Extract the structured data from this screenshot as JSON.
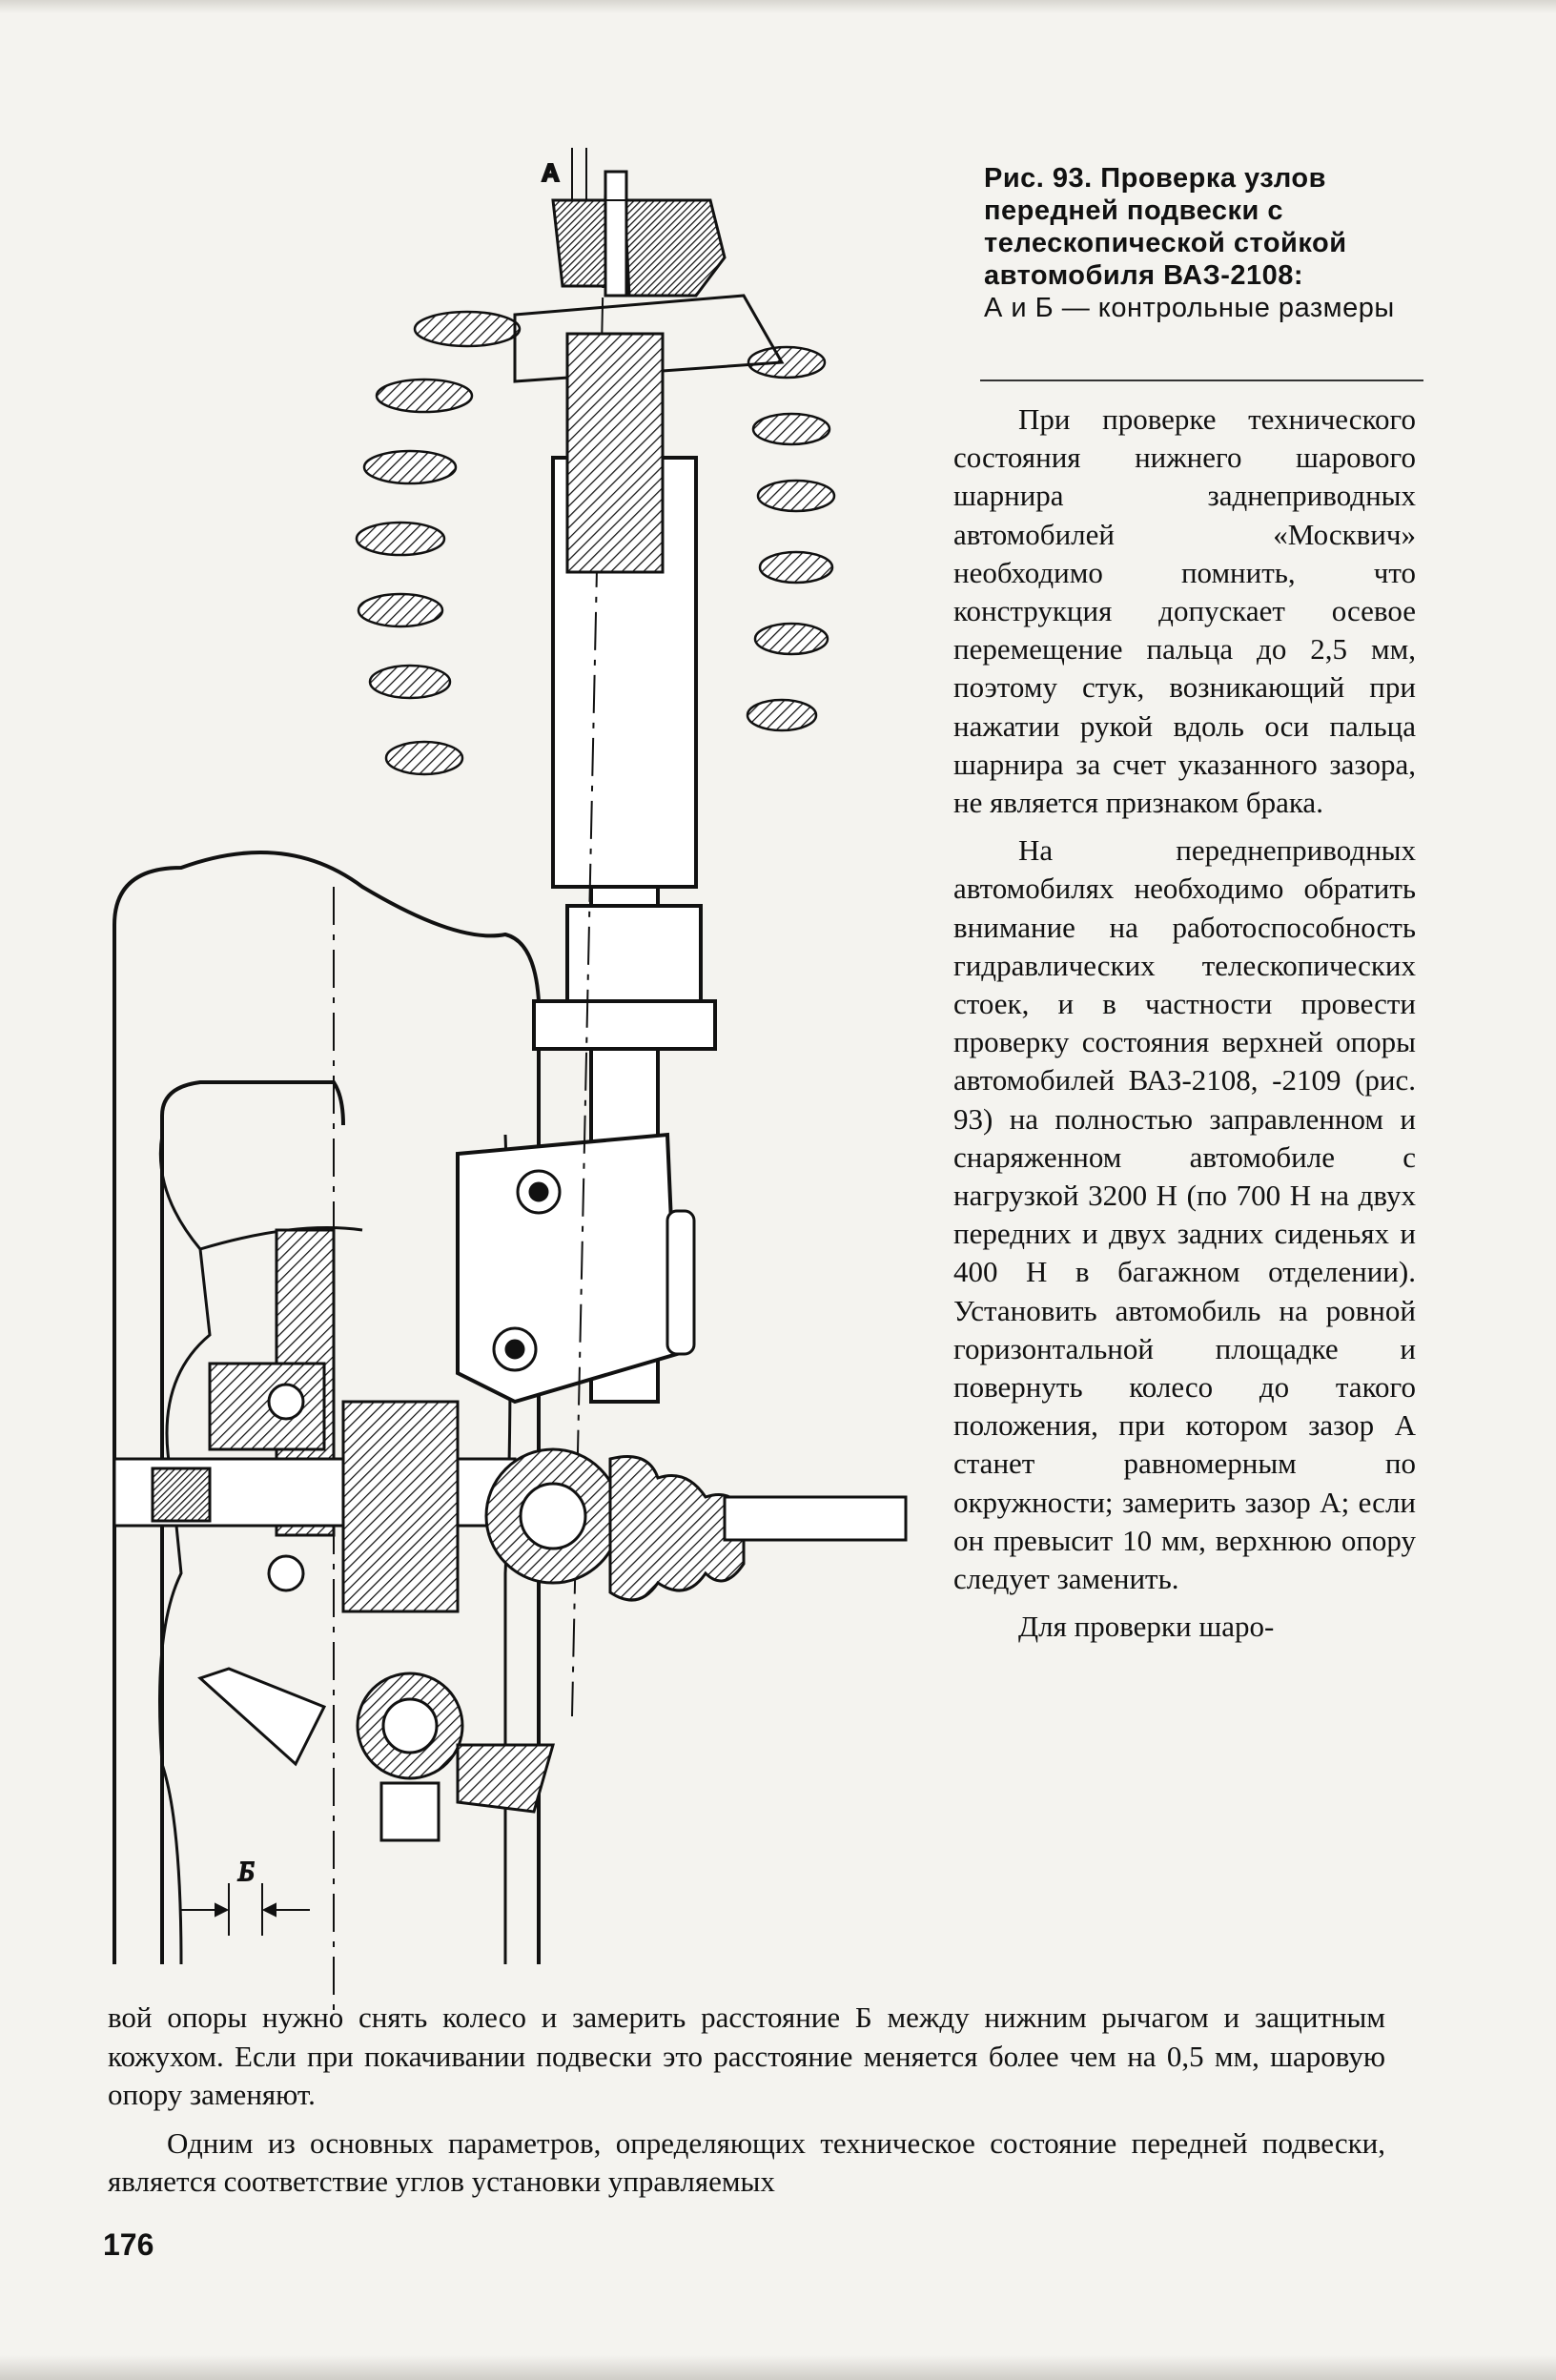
{
  "caption": {
    "title": "Рис. 93. Проверка узлов передней подвески с телескопической стойкой автомобиля ВАЗ-2108:",
    "note": "А и Б — контрольные размеры"
  },
  "figure": {
    "label_a": "А",
    "label_b": "Б"
  },
  "column_paragraphs": [
    "При проверке технического состояния нижнего шарового шарнира заднеприводных автомобилей «Москвич» необходимо помнить, что конструкция допускает осевое перемещение пальца до 2,5 мм, поэтому стук, возникающий при нажатии рукой вдоль оси пальца шарнира за счет указанного зазора, не является признаком брака.",
    "На переднеприводных автомобилях необходимо обратить внимание на работоспособность гидравлических телескопических стоек, и в частности провести проверку состояния верхней опоры автомобилей ВАЗ-2108, -2109 (рис. 93) на полностью заправленном и снаряженном автомобиле с нагрузкой 3200 Н (по 700 Н на двух передних и двух задних сиденьях и 400 Н в багажном отделении). Установить автомобиль на ровной горизонтальной площадке и повернуть колесо до такого положения, при котором зазор А станет равномерным по окружности; замерить зазор А; если он превысит 10 мм, верхнюю опору следует заменить.",
    "Для проверки шаро-"
  ],
  "full_paragraphs": [
    "вой опоры нужно снять колесо и замерить расстояние Б между нижним рычагом и защитным кожухом. Если при покачивании подвески это расстояние меняется более чем на 0,5 мм, шаровую опору заменяют.",
    "Одним из основных параметров, определяющих техническое состояние передней подвески, является соответствие углов установки управляемых"
  ],
  "page_number": "176"
}
